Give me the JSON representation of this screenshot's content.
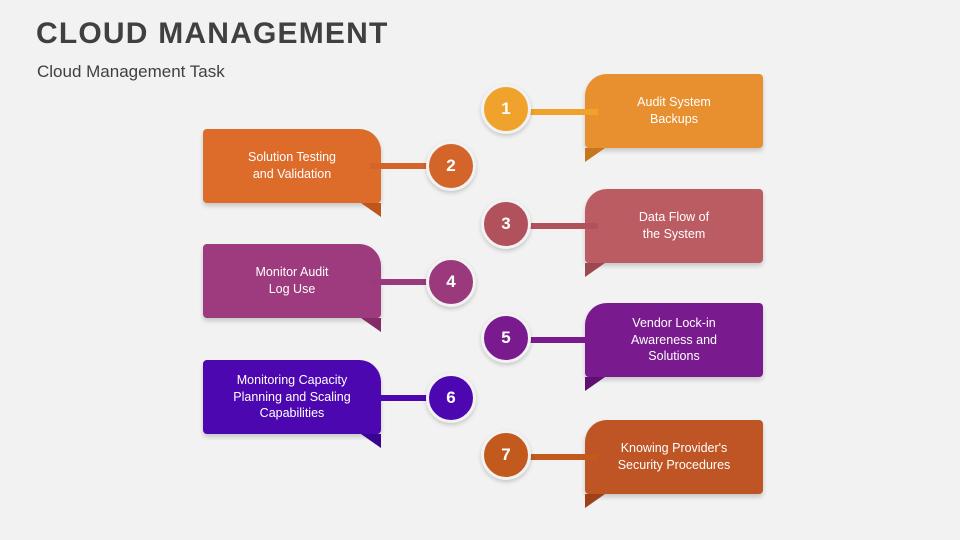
{
  "header": {
    "title": "CLOUD MANAGEMENT",
    "subtitle": "Cloud Management Task"
  },
  "colors": {
    "background": "#f2f2f2",
    "title_text": "#404040",
    "node_text": "#ffffff"
  },
  "diagram": {
    "type": "process-list",
    "items": [
      {
        "number": "1",
        "label": "Audit System\nBackups",
        "side": "right",
        "fill": "#e8902f",
        "dark": "#c87520",
        "circle": "#f0a32c"
      },
      {
        "number": "2",
        "label": "Solution Testing\nand Validation",
        "side": "left",
        "fill": "#dd6b2a",
        "dark": "#bd551d",
        "circle": "#d4652a"
      },
      {
        "number": "3",
        "label": "Data Flow of\nthe System",
        "side": "right",
        "fill": "#bb5c63",
        "dark": "#9c4850",
        "circle": "#b1515c"
      },
      {
        "number": "4",
        "label": "Monitor Audit\nLog Use",
        "side": "left",
        "fill": "#9e3a7e",
        "dark": "#842c68",
        "circle": "#9a3a7d"
      },
      {
        "number": "5",
        "label": "Vendor Lock-in\nAwareness and\nSolutions",
        "side": "right",
        "fill": "#7a1a8f",
        "dark": "#5f1070",
        "circle": "#7a1a8f"
      },
      {
        "number": "6",
        "label": "Monitoring Capacity\nPlanning and Scaling\nCapabilities",
        "side": "left",
        "fill": "#4d07b0",
        "dark": "#3a0490",
        "circle": "#4d07b0"
      },
      {
        "number": "7",
        "label": "Knowing Provider's\nSecurity Procedures",
        "side": "right",
        "fill": "#bf5424",
        "dark": "#9e4119",
        "circle": "#c25a1e"
      }
    ]
  }
}
